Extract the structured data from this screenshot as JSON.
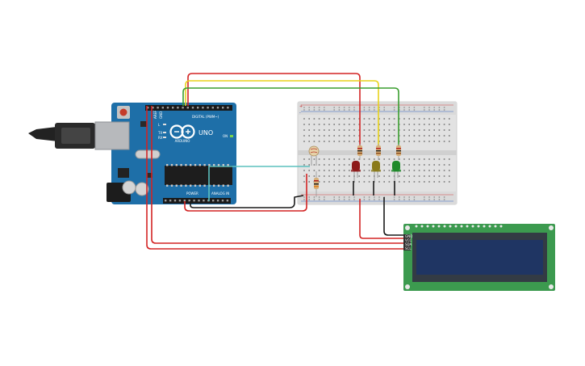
{
  "arduino": {
    "brand": "ARDUINO",
    "model": "UNO",
    "digital_label": "DIGITAL (PWM~)",
    "power_label": "POWER",
    "analog_label": "ANALOG IN",
    "on_label": "ON",
    "tx_label": "TX",
    "rx_label": "RX",
    "l_label": "L",
    "aref_label": "AREF",
    "gnd_label": "GND",
    "board_color": "#1e6fa8"
  },
  "breadboard": {
    "plus_label": "+",
    "minus_label": "-"
  },
  "leds": [
    {
      "color_name": "red",
      "color": "#8e1a1a"
    },
    {
      "color_name": "yellow",
      "color": "#8a7a1a"
    },
    {
      "color_name": "green",
      "color": "#1f8a2a"
    }
  ],
  "lcd": {
    "pins": [
      "GND",
      "VCC",
      "SDA",
      "SCL"
    ],
    "pcb_color": "#3c9a4f",
    "screen_color": "#1f3563"
  },
  "wires": {
    "red": "#d32424",
    "yellow": "#e8d21a",
    "green": "#3a9e2f",
    "black": "#1a1a1a",
    "cyan": "#5bc0be"
  }
}
